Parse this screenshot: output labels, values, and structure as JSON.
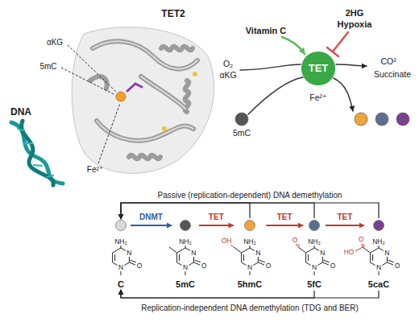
{
  "diagram": {
    "nodes": [
      {
        "text": [
          "TET"
        ]
      },
      {
        "text": [
          "C"
        ]
      },
      {
        "text": [
          "5mC"
        ]
      },
      {
        "text": [
          "5hmC"
        ]
      },
      {
        "text": [
          "5fC"
        ]
      },
      {
        "text": [
          "5caC"
        ]
      }
    ],
    "edges": [
      {
        "from": 1,
        "to": 2,
        "arrow": "to",
        "label": "DNMT"
      },
      {
        "from": 2,
        "to": 3,
        "arrow": "to",
        "label": "TET"
      },
      {
        "from": 3,
        "to": 4,
        "arrow": "to",
        "label": "TET"
      },
      {
        "from": 4,
        "to": 5,
        "arrow": "to",
        "label": "TET"
      },
      {
        "from": 3,
        "to": 1,
        "arrow": "to"
      },
      {
        "from": 4,
        "to": 1,
        "arrow": "to"
      },
      {
        "from": 5,
        "to": 1,
        "arrow": "to"
      },
      {
        "from": 4,
        "to": 1,
        "arrow": "to"
      },
      {
        "from": 5,
        "to": 1,
        "arrow": "to"
      }
    ],
    "labels": [
      "TET2",
      "αKG",
      "5mC",
      "DNA",
      "Fe²⁺",
      "Vitamin C",
      "2HG",
      "Hypoxia",
      "O₂",
      "αKG",
      "CO²",
      "Succinate",
      "5mC",
      "Fe²⁺",
      "Passive (replication-dependent) DNA demethylation",
      "Replication-independent DNA demethylation (TDG and BER)",
      "NH₂",
      "N",
      "O",
      "N",
      "NH₂",
      "N",
      "O",
      "N",
      "NH₂",
      "N",
      "O",
      "N",
      "OH",
      "NH₂",
      "N",
      "O",
      "N",
      "O",
      "NH₂",
      "N",
      "O",
      "N",
      "O",
      "HO"
    ]
  }
}
